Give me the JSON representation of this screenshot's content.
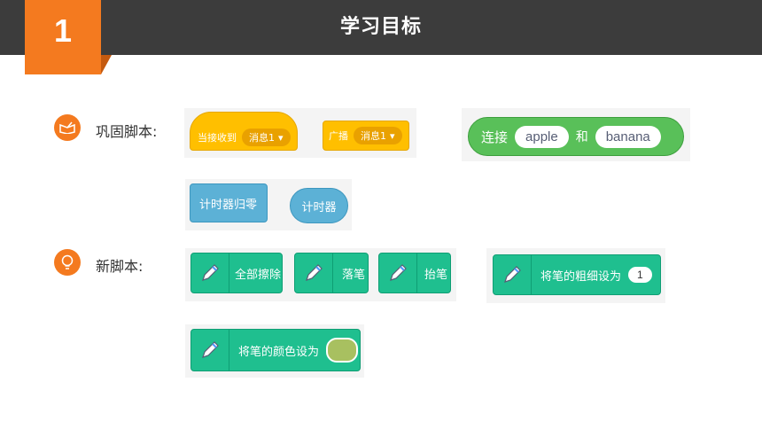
{
  "header": {
    "number": "1",
    "title": "学习目标"
  },
  "sections": {
    "review_label": "巩固脚本:",
    "new_label": "新脚本:"
  },
  "blocks": {
    "when_receive": {
      "label": "当接收到",
      "value": "消息1"
    },
    "broadcast": {
      "label": "广播",
      "value": "消息1"
    },
    "join": {
      "label": "连接",
      "arg1": "apple",
      "and": "和",
      "arg2": "banana"
    },
    "reset_timer": {
      "label": "计时器归零"
    },
    "timer": {
      "label": "计时器"
    },
    "erase_all": {
      "label": "全部擦除"
    },
    "pen_down": {
      "label": "落笔"
    },
    "pen_up": {
      "label": "抬笔"
    },
    "set_size": {
      "label": "将笔的粗细设为",
      "value": "1"
    },
    "set_color": {
      "label": "将笔的颜色设为",
      "color": "#a8c060"
    }
  },
  "colors": {
    "accent": "#f47a1f",
    "header_bg": "#3c3c3c",
    "events": "#ffbf00",
    "sensing": "#5cb1d6",
    "pen": "#1fbf8f",
    "operators": "#59c059"
  }
}
